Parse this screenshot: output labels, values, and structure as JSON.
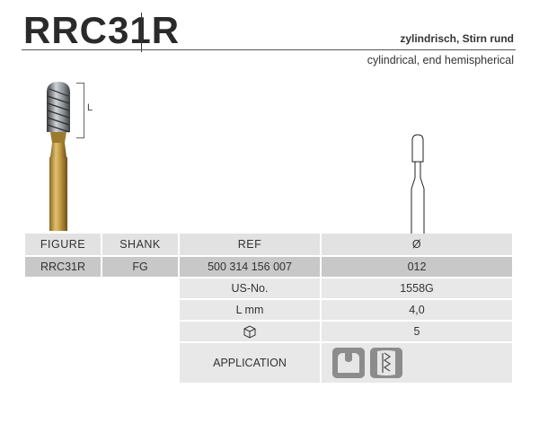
{
  "header": {
    "title": "RRC31R",
    "subtitle_de": "zylindrisch, Stirn rund",
    "subtitle_en": "cylindrical, end hemispherical"
  },
  "figure": {
    "length_label": "L"
  },
  "table": {
    "columns": [
      "FIGURE",
      "SHANK",
      "REF",
      "Ø"
    ],
    "main_row": {
      "figure": "RRC31R",
      "shank": "FG",
      "ref": "500 314 156 007",
      "diameter": "012"
    },
    "details": [
      {
        "label": "US-No.",
        "value": "1558G"
      },
      {
        "label": "L mm",
        "value": "4,0"
      },
      {
        "label_icon": "package-icon",
        "value": "5"
      }
    ],
    "application": {
      "label": "APPLICATION",
      "icons": [
        "tooth-cavity-icon",
        "crown-removal-icon"
      ]
    }
  },
  "colors": {
    "shank_gold": "#c8a14a",
    "header_cell": "#e2e2e2",
    "highlight_row": "#c8c8c8",
    "detail_cell": "#e8e8e8"
  }
}
